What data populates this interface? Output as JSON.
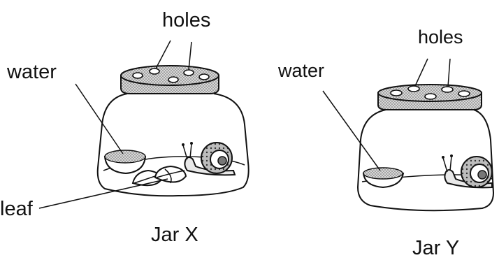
{
  "labels": {
    "holes_x": "holes",
    "water_x": "water",
    "leaf": "leaf",
    "jar_x": "Jar X",
    "holes_y": "holes",
    "water_y": "water",
    "jar_y": "Jar Y"
  },
  "icons": [
    "snail-icon",
    "leaf-icon",
    "water-dish-icon"
  ],
  "colors": {
    "ink": "#111111",
    "background": "#ffffff",
    "lid_dots": "#666666"
  }
}
